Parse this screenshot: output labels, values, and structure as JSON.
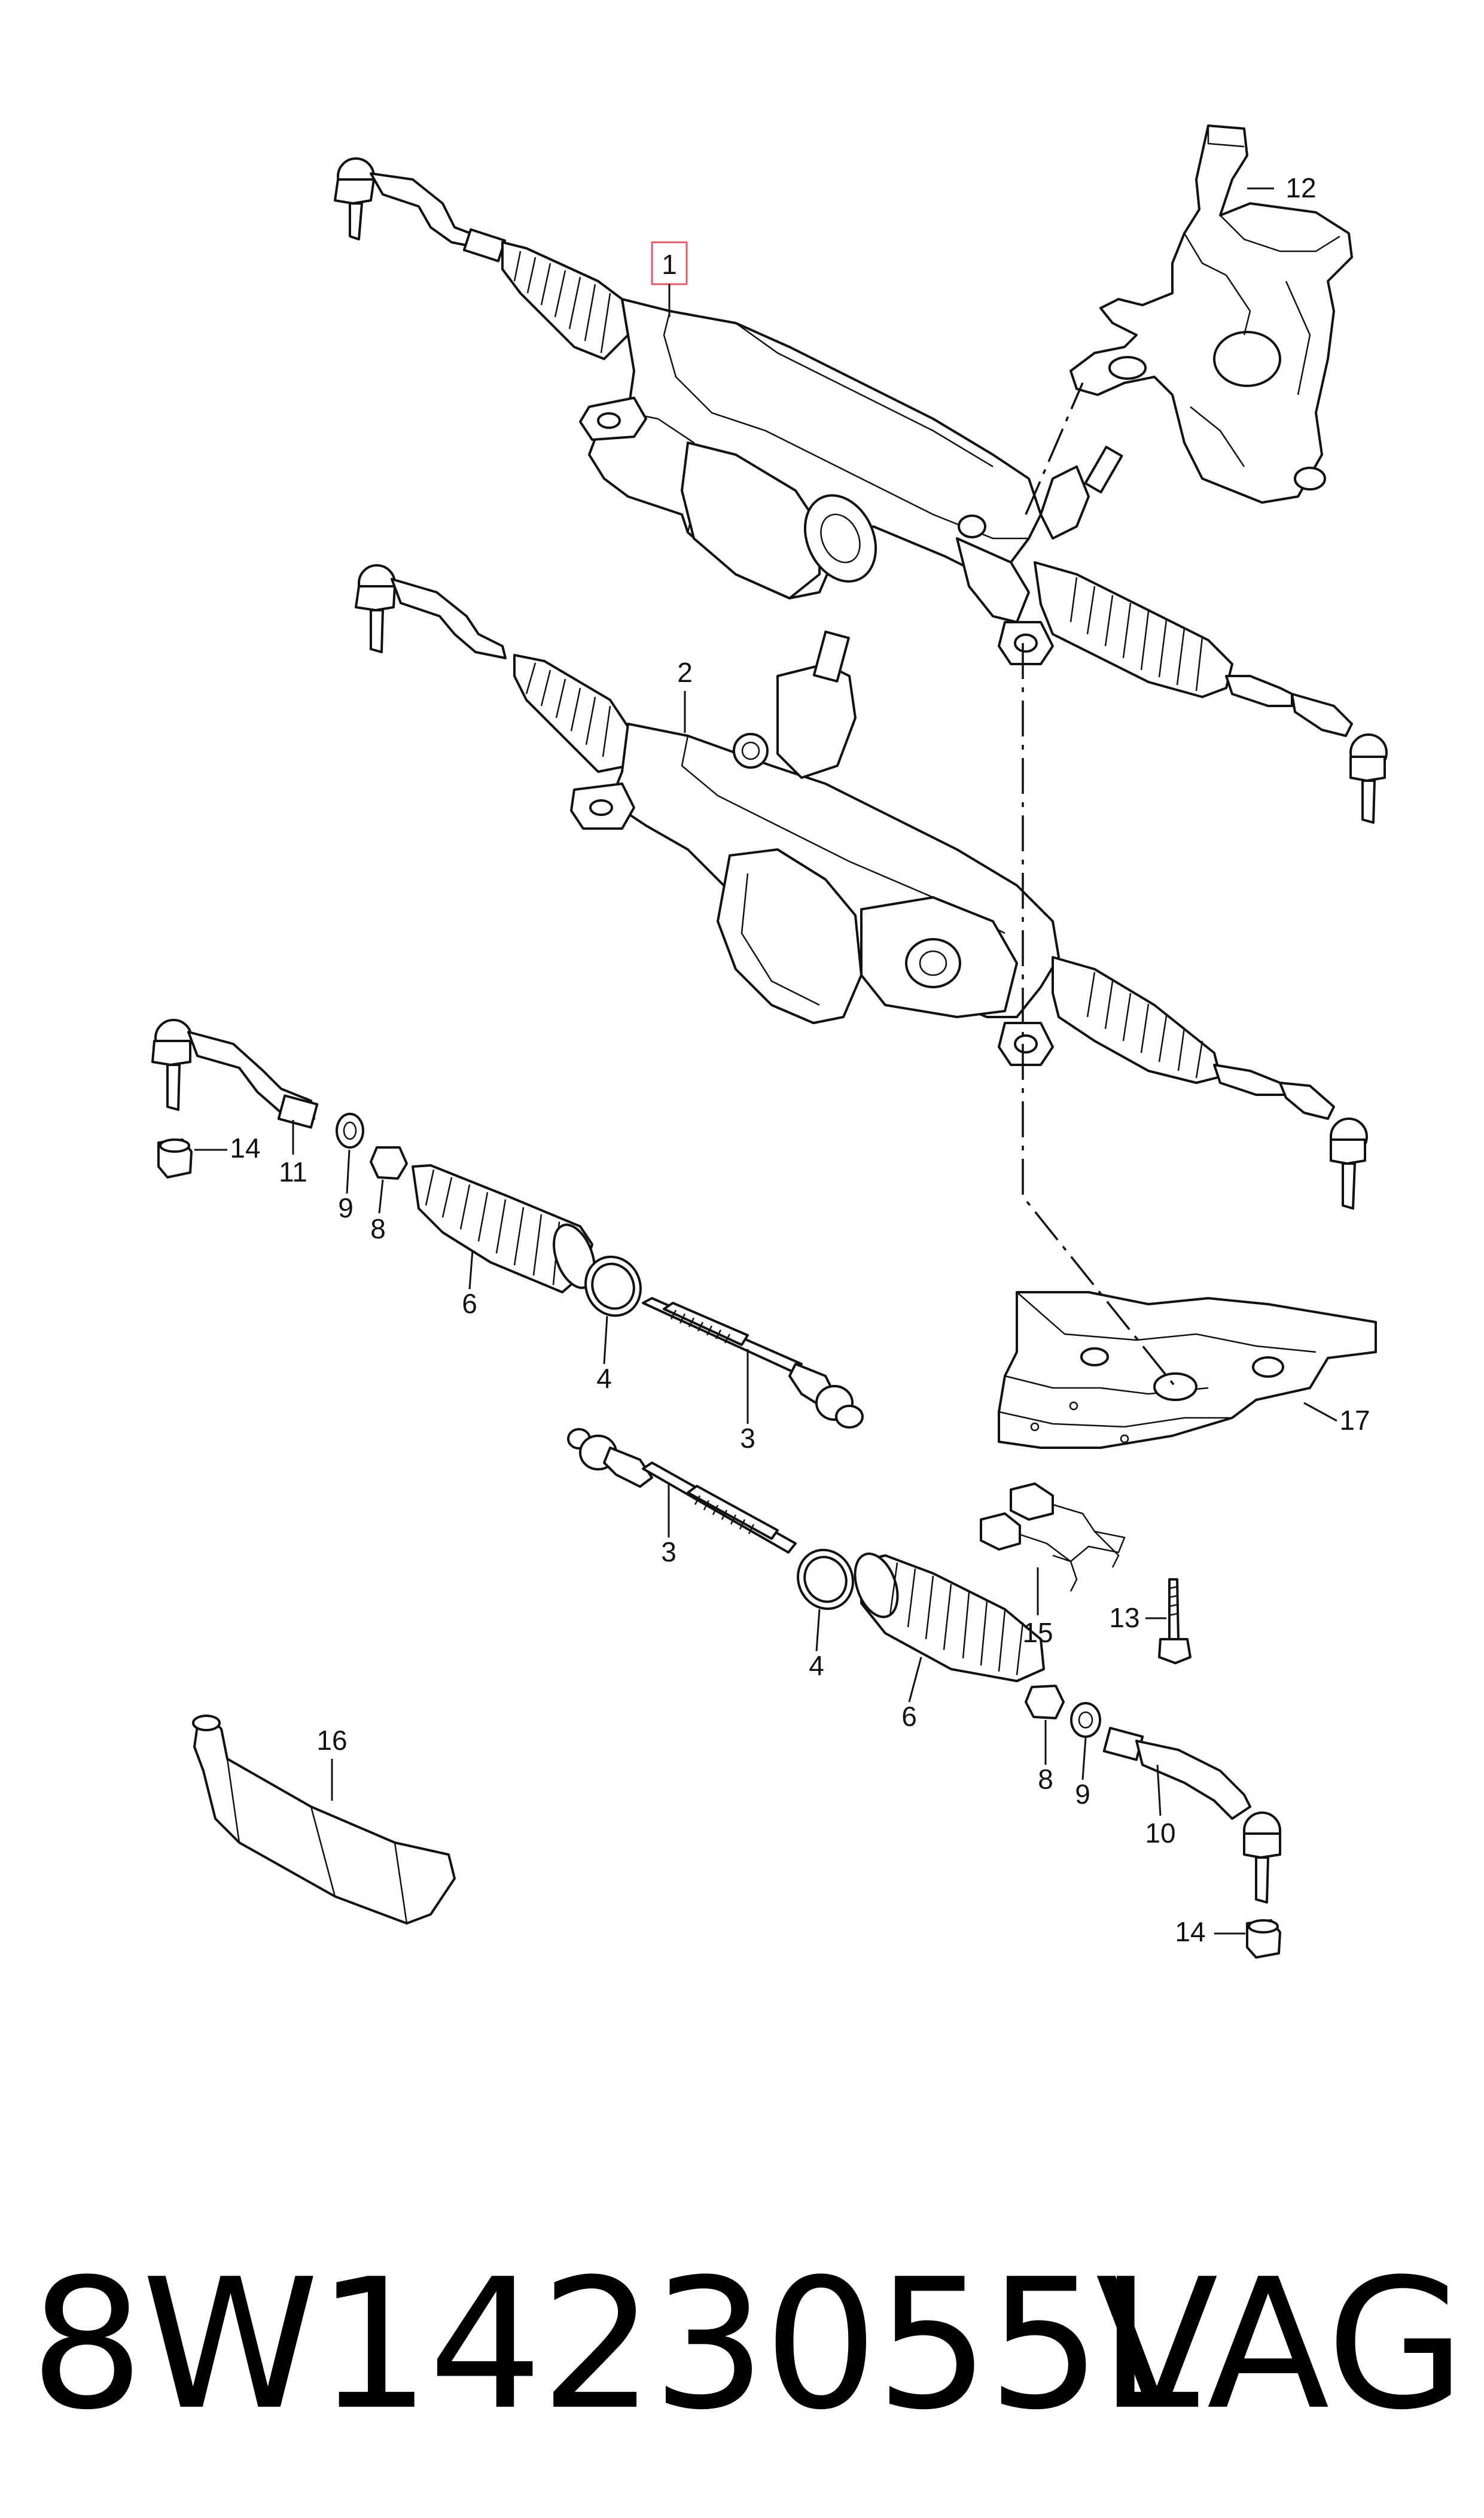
{
  "callouts": {
    "c1": "1",
    "c2": "2",
    "c3a": "3",
    "c3b": "3",
    "c4a": "4",
    "c4b": "4",
    "c6a": "6",
    "c6b": "6",
    "c8a": "8",
    "c8b": "8",
    "c9a": "9",
    "c9b": "9",
    "c10": "10",
    "c11": "11",
    "c12": "12",
    "c13": "13",
    "c14a": "14",
    "c14b": "14",
    "c15": "15",
    "c16": "16",
    "c17": "17"
  },
  "footer": {
    "part_number": "8W1423055L",
    "brand": "VAG"
  },
  "colors": {
    "highlight_box": "#e05a6a",
    "line": "#111111"
  }
}
